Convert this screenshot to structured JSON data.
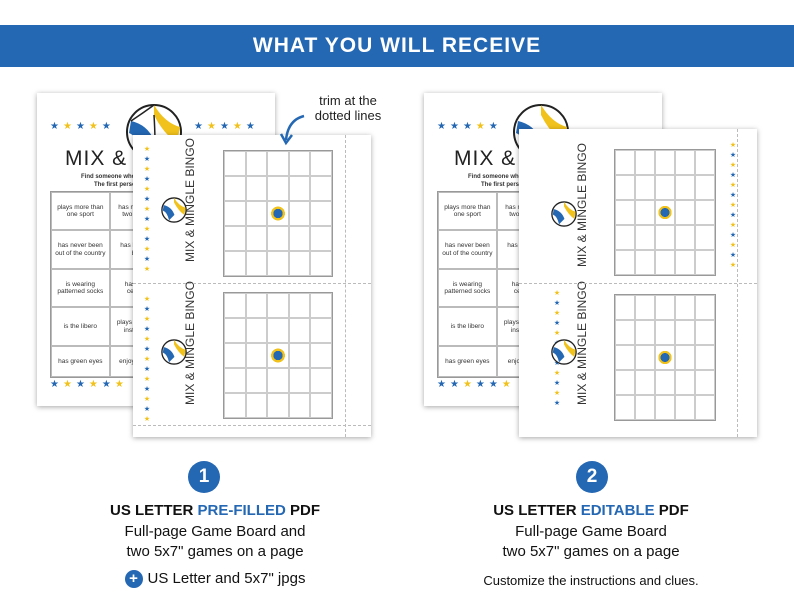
{
  "banner": {
    "title": "WHAT YOU WILL RECEIVE"
  },
  "annotation": {
    "trim_note": "trim at the dotted lines"
  },
  "board": {
    "title": "MIX & MINGLE",
    "title_short": "MIX & MINGL",
    "subtitle_line1": "Find someone who match",
    "subtitle_line2": "The first person to",
    "clues_left": [
      [
        "plays more than one sport",
        "has more than two siblings"
      ],
      [
        "has never been out of the country",
        "has broken a bone"
      ],
      [
        "is wearing patterned socks",
        "has met a celebrity"
      ],
      [
        "is the libero",
        "plays a musical instrument"
      ],
      [
        "has green eyes",
        "enjoys baking"
      ]
    ],
    "clues_right": [
      [
        "plays more than one sport",
        "has more than two siblings"
      ],
      [
        "has never been out of the country",
        "has broken a bone"
      ],
      [
        "is wearing patterned socks",
        "has met a celebrity"
      ],
      [
        "is the libero",
        "plays a musical instrument"
      ],
      [
        "has green eyes",
        "enjoy baking"
      ]
    ],
    "mini_title": "MIX & MINGLE BINGO"
  },
  "options": [
    {
      "number": "1",
      "heading_pre": "US LETTER ",
      "heading_highlight": "PRE-FILLED",
      "heading_post": " PDF",
      "line1": "Full-page Game Board and",
      "line2": "two 5x7\" games on a page",
      "extra_plus": "+",
      "extra": "US Letter and 5x7\" jpgs"
    },
    {
      "number": "2",
      "heading_pre": "US LETTER ",
      "heading_highlight": "EDITABLE",
      "heading_post": " PDF",
      "line1": "Full-page Game Board",
      "line2": "two 5x7\" games on a page",
      "extra": "Customize the instructions and clues."
    }
  ],
  "colors": {
    "accent": "#2467b3",
    "star_yellow": "#f1c21b",
    "ball_yellow": "#f1c21b"
  }
}
